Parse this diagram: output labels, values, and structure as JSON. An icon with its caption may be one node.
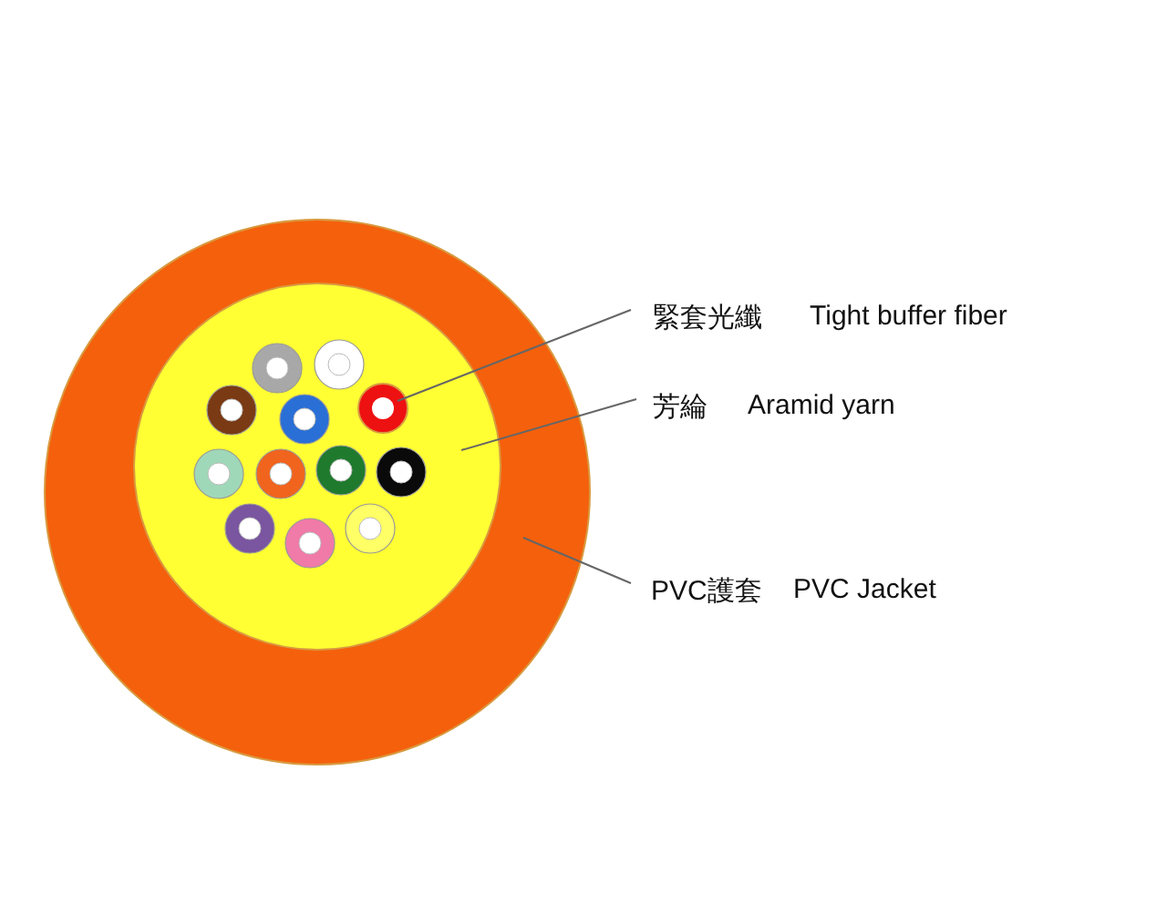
{
  "diagram": {
    "nodes": [
      {
        "text": [
          "緊套光纖",
          "Tight buffer fiber"
        ]
      },
      {
        "text": [
          "芳綸",
          "Aramid yarn"
        ]
      },
      {
        "text": [
          "PVC護套",
          "PVC Jacket"
        ]
      },
      {
        "text": [],
        "shape": "circle"
      },
      {
        "text": [],
        "shape": "circle",
        "in": 3
      },
      {
        "text": [],
        "shape": "circle",
        "in": 4
      }
    ],
    "edges": [
      {
        "from": 0,
        "to": 5,
        "arrow": "none"
      },
      {
        "from": 1,
        "to": 4,
        "arrow": "none"
      },
      {
        "from": 2,
        "to": 3,
        "arrow": "none"
      }
    ]
  }
}
